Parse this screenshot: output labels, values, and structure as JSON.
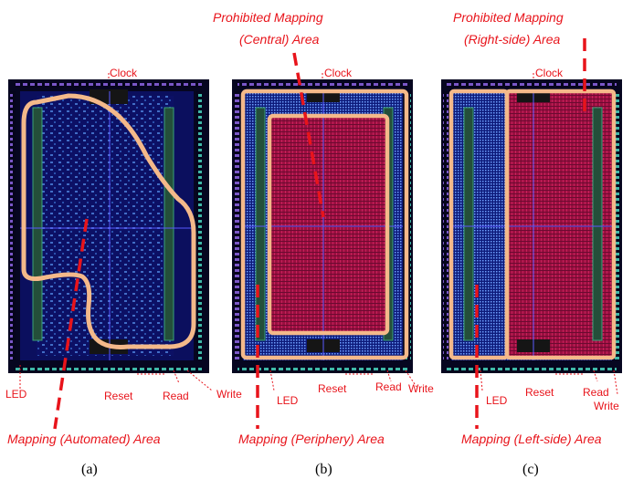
{
  "panels": [
    {
      "id": "a",
      "caption": "(a)",
      "labels": {
        "clock": "Clock",
        "led": "LED",
        "reset": "Reset",
        "read": "Read",
        "write": "Write"
      },
      "annotation_bottom": "Mapping (Automated) Area",
      "annotation_top": ""
    },
    {
      "id": "b",
      "caption": "(b)",
      "labels": {
        "clock": "Clock",
        "led": "LED",
        "reset": "Reset",
        "read": "Read",
        "write": "Write"
      },
      "annotation_top_line1": "Prohibited Mapping",
      "annotation_top_line2": "(Central) Area",
      "annotation_bottom": "Mapping (Periphery) Area"
    },
    {
      "id": "c",
      "caption": "(c)",
      "labels": {
        "clock": "Clock",
        "led": "LED",
        "reset": "Reset",
        "read": "Read",
        "write": "Write"
      },
      "annotation_top_line1": "Prohibited Mapping",
      "annotation_top_line2": "(Right-side) Area",
      "annotation_bottom": "Mapping (Left-side) Area"
    }
  ],
  "colors": {
    "chip_background": "#0a0a2a",
    "core_blue": "#0c1066",
    "prohibited_red": "#8a0f3a",
    "region_outline": "#f4b98a",
    "annotation_red": "#e8141b"
  }
}
